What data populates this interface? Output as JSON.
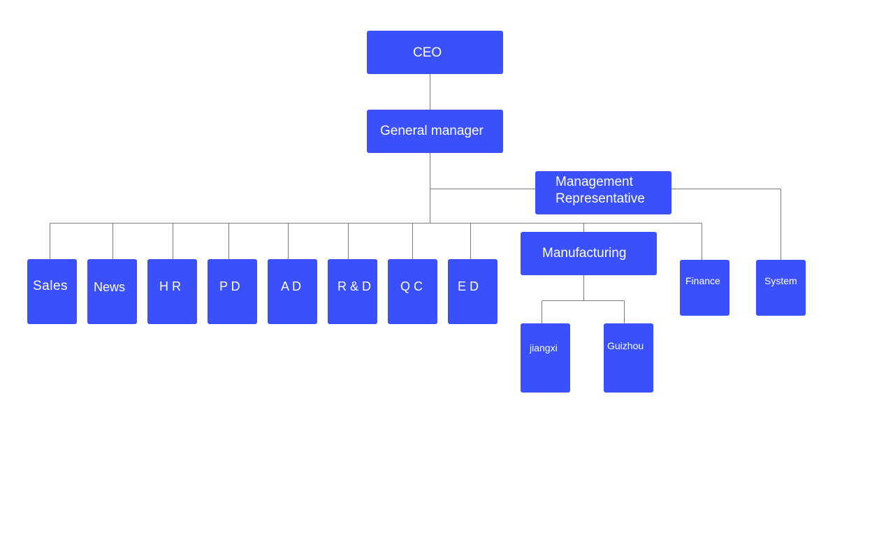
{
  "diagram": {
    "colors": {
      "node_fill": "#3a50fb",
      "node_text": "#ffffff",
      "connector": "#7a7a7a",
      "background": "#ffffff"
    },
    "nodes": {
      "ceo": "CEO",
      "general_manager": "General manager",
      "management_representative_line1": "Management",
      "management_representative_line2": "Representative",
      "sales": "Sales",
      "news": "News",
      "hr": "H R",
      "pd": "P D",
      "ad": "A D",
      "rd": "R & D",
      "qc": "Q C",
      "ed": "E D",
      "manufacturing": "Manufacturing",
      "finance": "Finance",
      "system": "System",
      "jiangxi": "jiangxi",
      "guizhou": "Guizhou"
    }
  }
}
